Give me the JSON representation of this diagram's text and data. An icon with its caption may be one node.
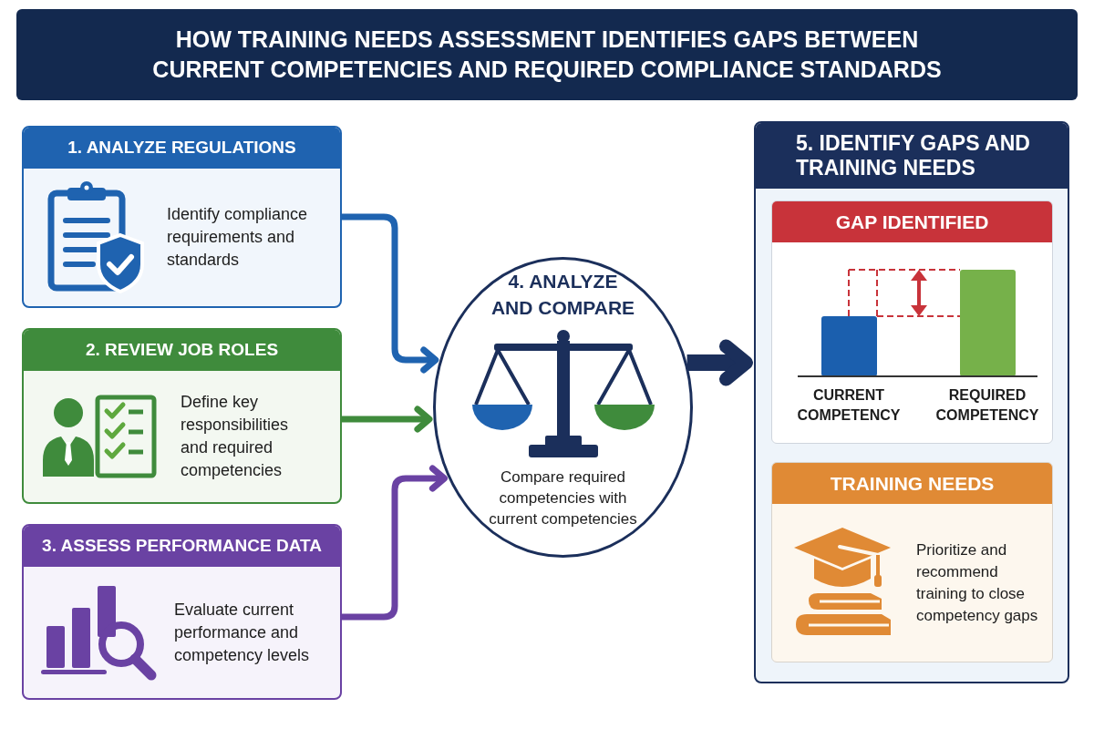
{
  "diagram": {
    "title": "HOW TRAINING NEEDS ASSESSMENT IDENTIFIES GAPS BETWEEN CURRENT COMPETENCIES AND REQUIRED COMPLIANCE STANDARDS",
    "nodes": [
      {
        "text": [
          "1. ANALYZE REGULATIONS",
          "Identify compliance requirements and standards"
        ]
      },
      {
        "text": [
          "2. REVIEW JOB ROLES",
          "Define key responsibilities and required competencies"
        ]
      },
      {
        "text": [
          "3. ASSESS PERFORMANCE DATA",
          "Evaluate current performance and competency levels"
        ]
      },
      {
        "text": [
          "4. ANALYZE AND COMPARE",
          "Compare required competencies with current competencies"
        ]
      },
      {
        "text": [
          "5. IDENTIFY GAPS AND TRAINING NEEDS"
        ]
      },
      {
        "text": [
          "GAP IDENTIFIED",
          "CURRENT COMPETENCY",
          "REQUIRED COMPETENCY"
        ],
        "in": 4
      },
      {
        "text": [
          "TRAINING NEEDS",
          "Prioritize and recommend training to close competency gaps"
        ],
        "in": 4
      }
    ],
    "edges": [
      {
        "from": 0,
        "to": 3,
        "arrow": "to",
        "color": "#1f63b0"
      },
      {
        "from": 1,
        "to": 3,
        "arrow": "to",
        "color": "#3f8b3c"
      },
      {
        "from": 2,
        "to": 3,
        "arrow": "to",
        "color": "#6a42a3"
      },
      {
        "from": 3,
        "to": 4,
        "arrow": "to",
        "style": "thick",
        "color": "#1b2f5b"
      }
    ]
  }
}
